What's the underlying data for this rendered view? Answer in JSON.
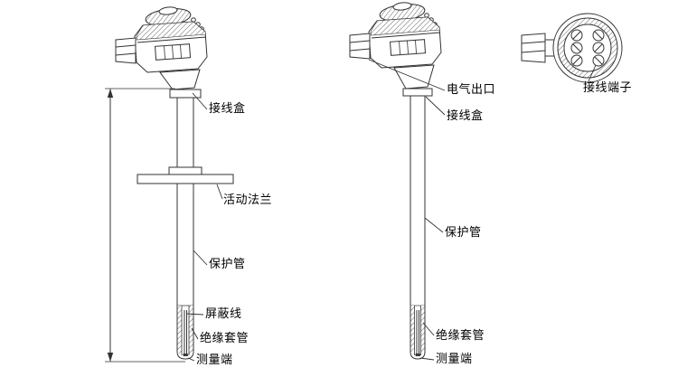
{
  "figure_left": {
    "labels": {
      "junction_box": "接线盒",
      "movable_flange": "活动法兰",
      "protection_tube": "保护管",
      "shield_wire": "屏蔽线",
      "insulation_sleeve": "绝缘套管",
      "measuring_end": "测量端"
    }
  },
  "figure_right": {
    "labels": {
      "electrical_outlet": "电气出口",
      "junction_box": "接线盒",
      "protection_tube": "保护管",
      "insulation_sleeve": "绝缘套管",
      "measuring_end": "测量端"
    }
  },
  "end_view": {
    "labels": {
      "terminal_block": "接线端子"
    }
  }
}
